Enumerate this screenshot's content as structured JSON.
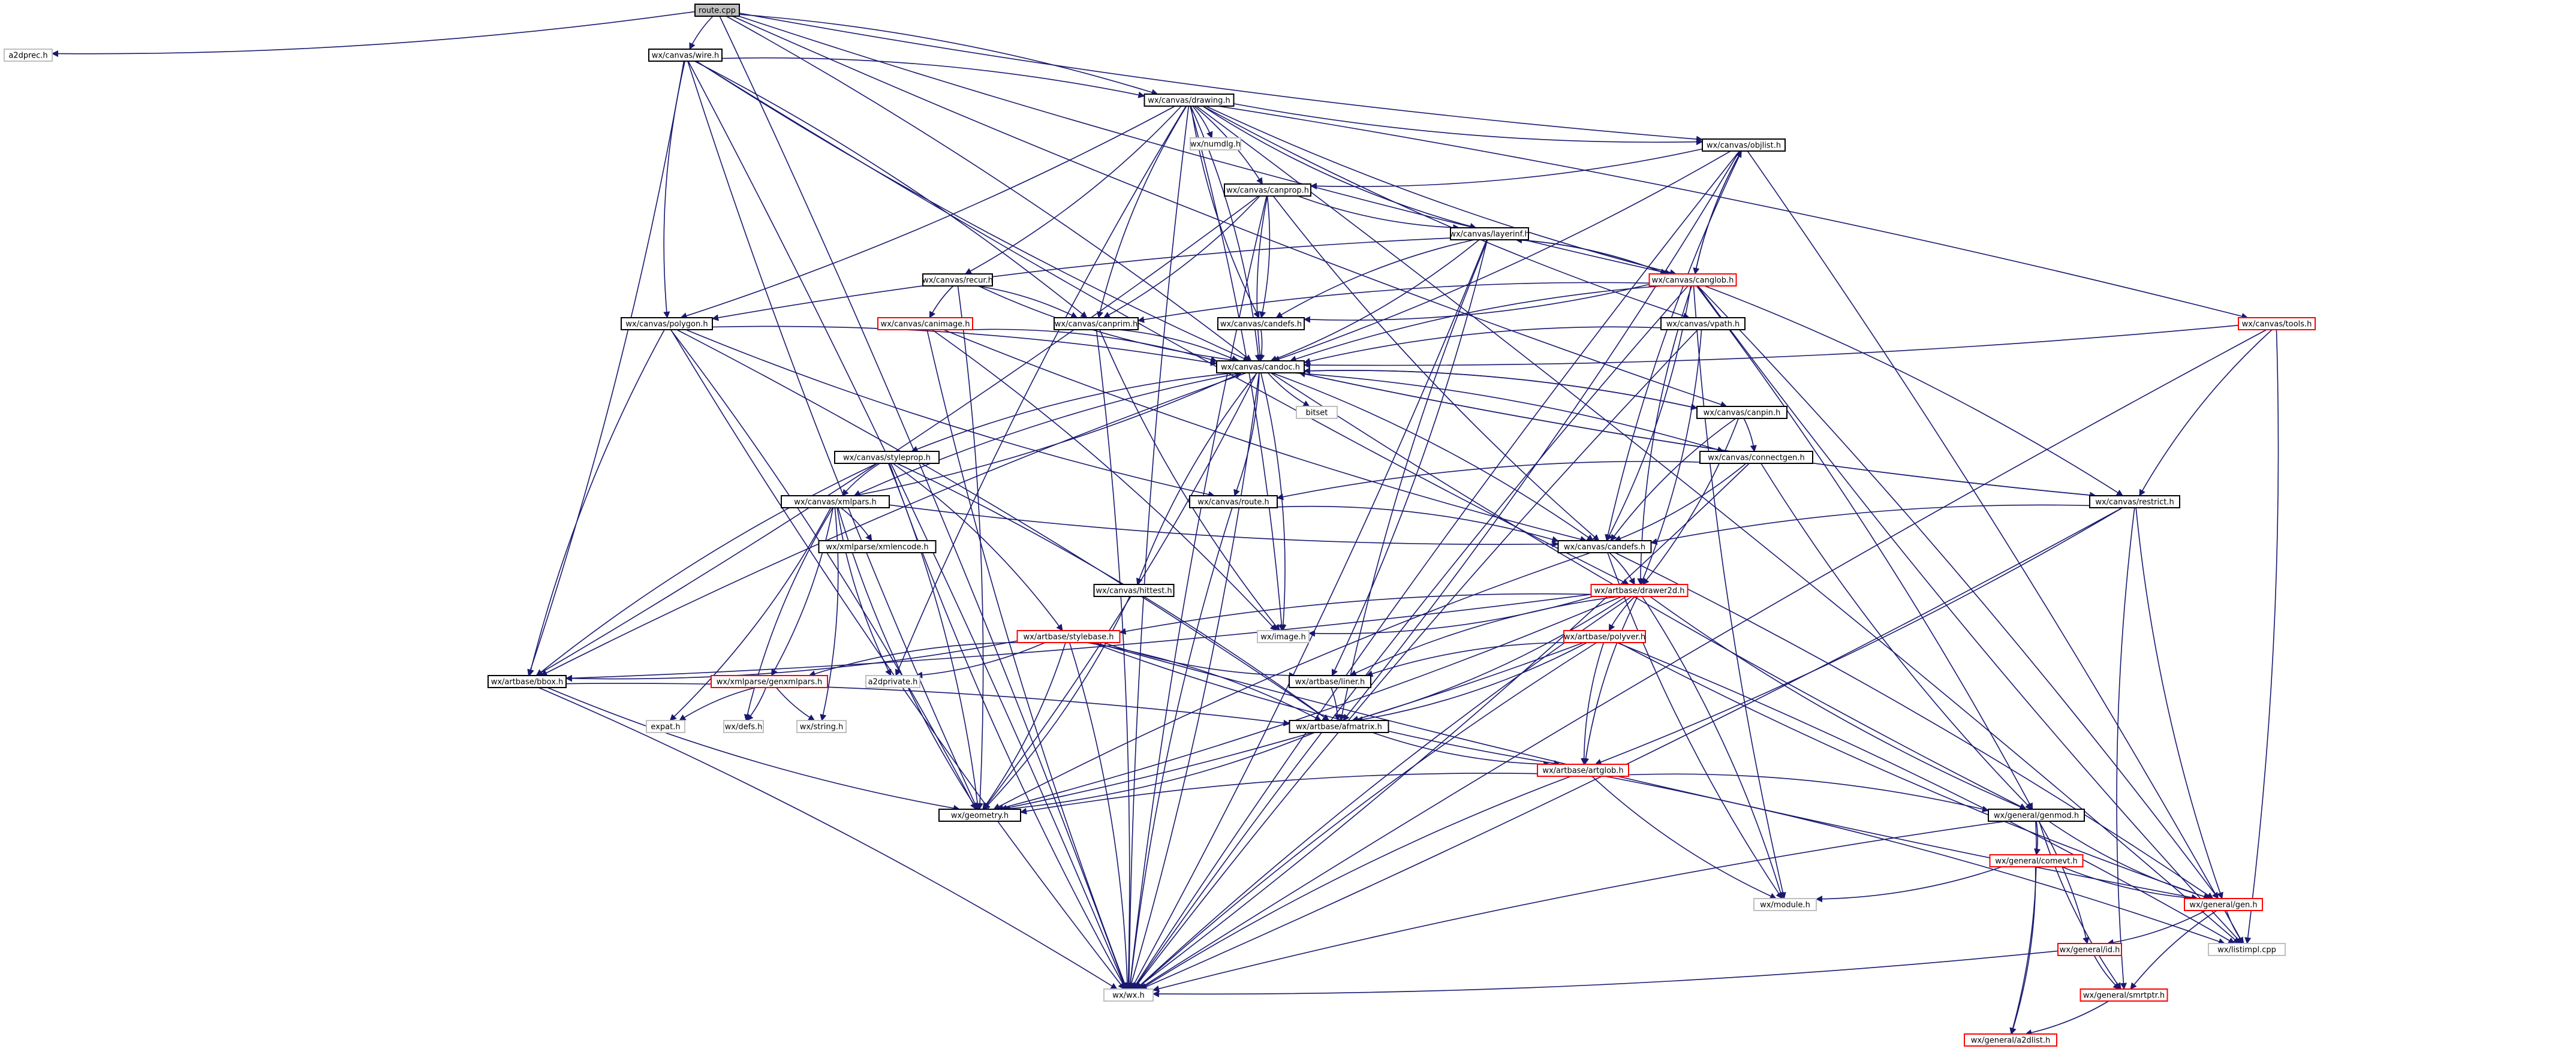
{
  "nodes": [
    {
      "id": "n0",
      "label": "route.cpp",
      "style": "root"
    },
    {
      "id": "n1",
      "label": "a2dprec.h",
      "style": "gray"
    },
    {
      "id": "n2",
      "label": "wx/canvas/wire.h",
      "style": "black"
    },
    {
      "id": "n3",
      "label": "wx/canvas/drawing.h",
      "style": "black"
    },
    {
      "id": "n4",
      "label": "wx/numdlg.h",
      "style": "gray"
    },
    {
      "id": "n5",
      "label": "wx/canvas/objlist.h",
      "style": "black"
    },
    {
      "id": "n6",
      "label": "wx/canvas/canprop.h",
      "style": "black"
    },
    {
      "id": "n7",
      "label": "wx/canvas/layerinf.h",
      "style": "black"
    },
    {
      "id": "n8",
      "label": "wx/canvas/recur.h",
      "style": "black"
    },
    {
      "id": "n9",
      "label": "wx/canvas/canglob.h",
      "style": "red"
    },
    {
      "id": "n10",
      "label": "wx/canvas/canimage.h",
      "style": "red"
    },
    {
      "id": "n11",
      "label": "wx/canvas/polygon.h",
      "style": "black"
    },
    {
      "id": "n12",
      "label": "wx/canvas/canprim.h",
      "style": "black"
    },
    {
      "id": "n13",
      "label": "wx/canvas/candoc.h",
      "style": "black"
    },
    {
      "id": "n14",
      "label": "wx/canvas/vpath.h",
      "style": "black"
    },
    {
      "id": "n15",
      "label": "wx/canvas/tools.h",
      "style": "red"
    },
    {
      "id": "n16",
      "label": "wx/canvas/candefs.h",
      "style": "black"
    },
    {
      "id": "n17",
      "label": "bitset",
      "style": "gray"
    },
    {
      "id": "n18",
      "label": "wx/canvas/canpin.h",
      "style": "black"
    },
    {
      "id": "n19",
      "label": "wx/canvas/styleprop.h",
      "style": "black"
    },
    {
      "id": "n20",
      "label": "wx/canvas/connectgen.h",
      "style": "black"
    },
    {
      "id": "n21",
      "label": "wx/canvas/xmlpars.h",
      "style": "black"
    },
    {
      "id": "n22",
      "label": "wx/canvas/route.h",
      "style": "black"
    },
    {
      "id": "n23",
      "label": "wx/canvas/restrict.h",
      "style": "black"
    },
    {
      "id": "n24",
      "label": "wx/xmlparse/xmlencode.h",
      "style": "black"
    },
    {
      "id": "n25",
      "label": "wx/canvas/candefs.h",
      "style": "black"
    },
    {
      "id": "n26",
      "label": "wx/canvas/hittest.h",
      "style": "black"
    },
    {
      "id": "n27",
      "label": "wx/artbase/drawer2d.h",
      "style": "red"
    },
    {
      "id": "n28",
      "label": "wx/artbase/stylebase.h",
      "style": "red"
    },
    {
      "id": "n29",
      "label": "wx/image.h",
      "style": "gray"
    },
    {
      "id": "n30",
      "label": "wx/artbase/polyver.h",
      "style": "red"
    },
    {
      "id": "n31",
      "label": "wx/artbase/bbox.h",
      "style": "black"
    },
    {
      "id": "n32",
      "label": "wx/xmlparse/genxmlpars.h",
      "style": "red"
    },
    {
      "id": "n33",
      "label": "a2dprivate.h",
      "style": "gray"
    },
    {
      "id": "n34",
      "label": "wx/artbase/liner.h",
      "style": "black"
    },
    {
      "id": "n35",
      "label": "expat.h",
      "style": "gray"
    },
    {
      "id": "n36",
      "label": "wx/defs.h",
      "style": "gray"
    },
    {
      "id": "n37",
      "label": "wx/string.h",
      "style": "gray"
    },
    {
      "id": "n38",
      "label": "wx/artbase/afmatrix.h",
      "style": "black"
    },
    {
      "id": "n39",
      "label": "wx/artbase/artglob.h",
      "style": "red"
    },
    {
      "id": "n40",
      "label": "wx/geometry.h",
      "style": "black"
    },
    {
      "id": "n41",
      "label": "wx/general/genmod.h",
      "style": "black"
    },
    {
      "id": "n42",
      "label": "wx/general/comevt.h",
      "style": "red"
    },
    {
      "id": "n43",
      "label": "wx/module.h",
      "style": "gray"
    },
    {
      "id": "n44",
      "label": "wx/general/gen.h",
      "style": "red"
    },
    {
      "id": "n45",
      "label": "wx/listimpl.cpp",
      "style": "gray"
    },
    {
      "id": "n46",
      "label": "wx/general/id.h",
      "style": "red"
    },
    {
      "id": "n47",
      "label": "wx/wx.h",
      "style": "gray"
    },
    {
      "id": "n48",
      "label": "wx/general/smrtptr.h",
      "style": "red"
    },
    {
      "id": "n49",
      "label": "wx/general/a2dlist.h",
      "style": "red"
    }
  ]
}
